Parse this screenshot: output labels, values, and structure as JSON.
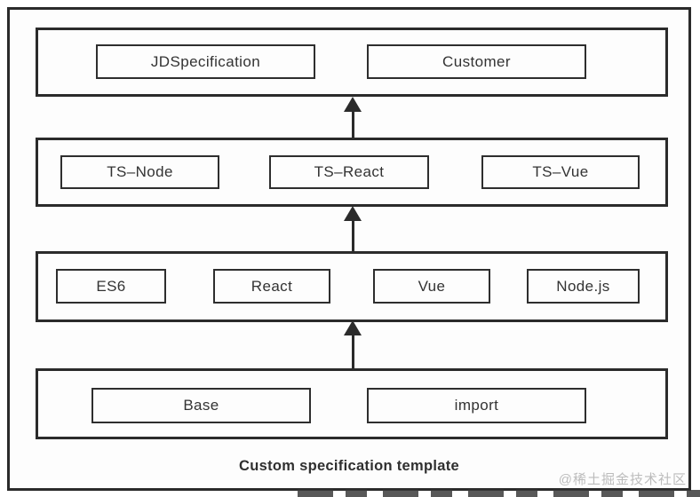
{
  "diagram": {
    "caption": "Custom specification template",
    "watermark": "@稀土掘金技术社区",
    "colors": {
      "border": "#2b2b2b",
      "text": "#333333",
      "background": "#fdfdfd",
      "watermark": "#bcbcbc"
    },
    "layers": [
      {
        "name": "spec-layer",
        "boxes": [
          {
            "label": "JDSpecification"
          },
          {
            "label": "Customer"
          }
        ]
      },
      {
        "name": "ts-preset-layer",
        "boxes": [
          {
            "label": "TS–Node"
          },
          {
            "label": "TS–React"
          },
          {
            "label": "TS–Vue"
          }
        ]
      },
      {
        "name": "env-preset-layer",
        "boxes": [
          {
            "label": "ES6"
          },
          {
            "label": "React"
          },
          {
            "label": "Vue"
          },
          {
            "label": "Node.js"
          }
        ]
      },
      {
        "name": "base-layer",
        "boxes": [
          {
            "label": "Base"
          },
          {
            "label": "import"
          }
        ]
      }
    ]
  }
}
